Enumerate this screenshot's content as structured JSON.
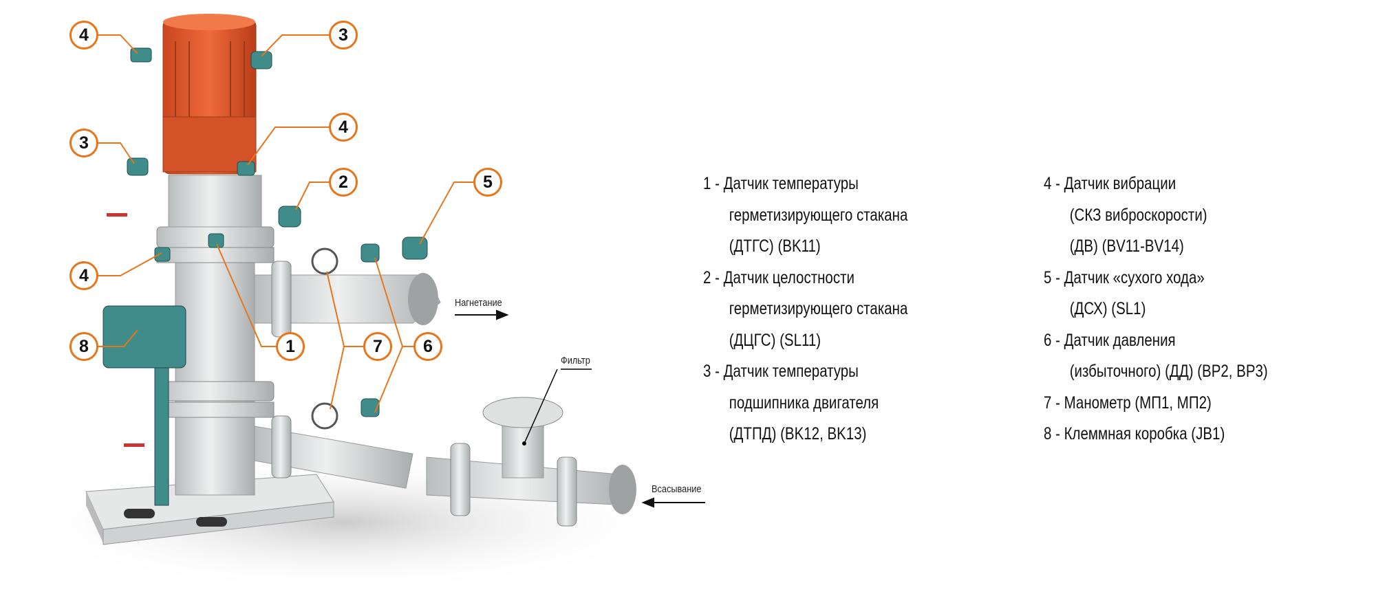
{
  "callouts": [
    "4",
    "3",
    "3",
    "4",
    "2",
    "5",
    "4",
    "8",
    "1",
    "7",
    "6"
  ],
  "labels": {
    "discharge": "Нагнетание",
    "filter": "Фильтр",
    "suction": "Всасывание"
  },
  "legend": {
    "col1": [
      {
        "lines": [
          "1 - Датчик температуры",
          "герметизирующего стакана",
          "(ДТГС) (BK11)"
        ]
      },
      {
        "lines": [
          "2 - Датчик целостности",
          "герметизирующего стакана",
          "(ДЦГС) (SL11)"
        ]
      },
      {
        "lines": [
          "3 - Датчик температуры",
          "подшипника двигателя",
          "(ДТПД) (BK12, BK13)"
        ]
      }
    ],
    "col2": [
      {
        "lines": [
          "4 - Датчик вибрации",
          "(СКЗ виброскорости)",
          "(ДВ) (BV11-BV14)"
        ]
      },
      {
        "lines": [
          "5 - Датчик «сухого хода»",
          "(ДСХ) (SL1)"
        ]
      },
      {
        "lines": [
          "6 - Датчик давления",
          "(избыточного) (ДД) (BP2, BP3)"
        ]
      },
      {
        "lines": [
          "7 - Манометр (МП1, МП2)"
        ]
      },
      {
        "lines": [
          "8 - Клеммная коробка (JB1)"
        ]
      }
    ]
  },
  "colors": {
    "accent": "#e8751a",
    "motor": "#e0572a",
    "sensor": "#3f8c8a",
    "steel": "#d9dcdc"
  }
}
